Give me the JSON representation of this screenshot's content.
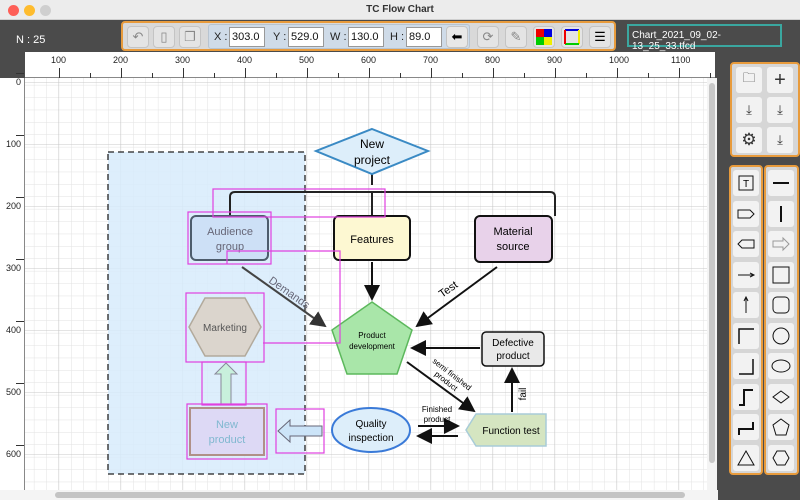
{
  "window": {
    "title": "TC Flow Chart"
  },
  "status": {
    "count": "N : 25"
  },
  "toolbar": {
    "x_label": "X :",
    "x_value": "303.0",
    "y_label": "Y :",
    "y_value": "529.0",
    "w_label": "W :",
    "w_value": "130.0",
    "h_label": "H :",
    "h_value": "89.0",
    "icons": [
      "undo-icon",
      "trash-icon",
      "copy-icon",
      "apply-arrow-icon",
      "refresh-icon",
      "edit-icon",
      "fill-color-icon",
      "border-color-icon",
      "menu-icon"
    ]
  },
  "file": {
    "name": "Chart_2021_09_02-13_25_33.tfcd"
  },
  "rulers": {
    "horizontal": [
      "100",
      "200",
      "300",
      "400",
      "500",
      "600",
      "700",
      "800",
      "900",
      "1000",
      "1100"
    ],
    "vertical": [
      "0",
      "100",
      "200",
      "300",
      "400",
      "500",
      "600"
    ]
  },
  "diagram": {
    "new_project": [
      "New",
      "project"
    ],
    "audience_group": [
      "Audience",
      "group"
    ],
    "features": "Features",
    "material_source": [
      "Material",
      "source"
    ],
    "product_development": [
      "Product",
      "development"
    ],
    "marketing": "Marketing",
    "new_product": [
      "New",
      "product"
    ],
    "quality_inspection": [
      "Quality",
      "inspection"
    ],
    "function_test": "Function test",
    "defective_product": [
      "Defective",
      "product"
    ],
    "label_demands": "Demands",
    "label_test": "Test",
    "label_semi": [
      "semi finished",
      "product"
    ],
    "label_finished": [
      "Finished",
      "product"
    ],
    "label_fail": "fail"
  },
  "colors": {
    "accent": "#e89b3c",
    "selection": "#e040e0",
    "file_border": "#3aa7a0"
  }
}
